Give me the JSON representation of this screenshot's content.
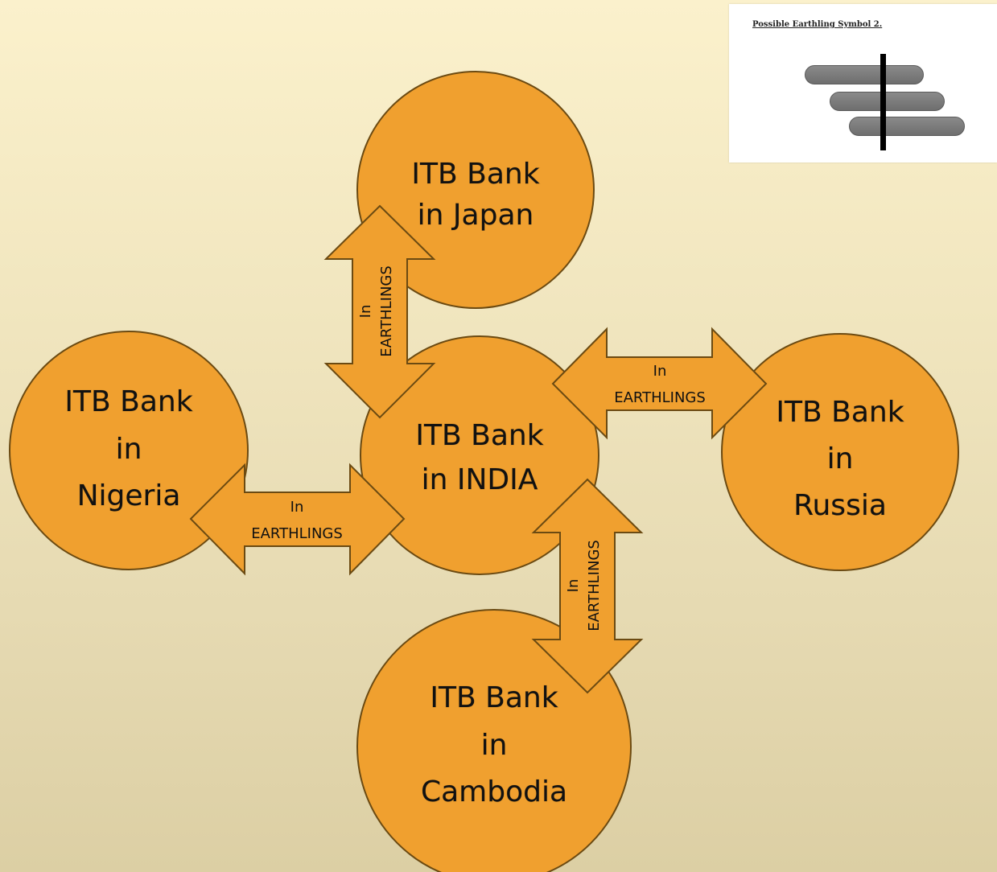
{
  "diagram": {
    "nodes": {
      "japan": {
        "line1": "ITB Bank",
        "line2": "in Japan"
      },
      "india": {
        "line1": "ITB Bank",
        "line2": "in INDIA"
      },
      "nigeria": {
        "line1": "ITB Bank",
        "line2": "in",
        "line3": "Nigeria"
      },
      "russia": {
        "line1": "ITB Bank",
        "line2": "in",
        "line3": "Russia"
      },
      "cambodia": {
        "line1": "ITB Bank",
        "line2": "in",
        "line3": "Cambodia"
      }
    },
    "arrows": {
      "india_japan": {
        "line1": "In",
        "line2": "EARTHLINGS"
      },
      "india_russia": {
        "line1": "In",
        "line2": "EARTHLINGS"
      },
      "india_nigeria": {
        "line1": "In",
        "line2": "EARTHLINGS"
      },
      "india_cambodia": {
        "line1": "In",
        "line2": "EARTHLINGS"
      }
    },
    "colors": {
      "node_fill": "#f0a02f",
      "node_stroke": "#6b4a12"
    }
  },
  "symbol_panel": {
    "caption": "Possible Earthling Symbol 2."
  }
}
